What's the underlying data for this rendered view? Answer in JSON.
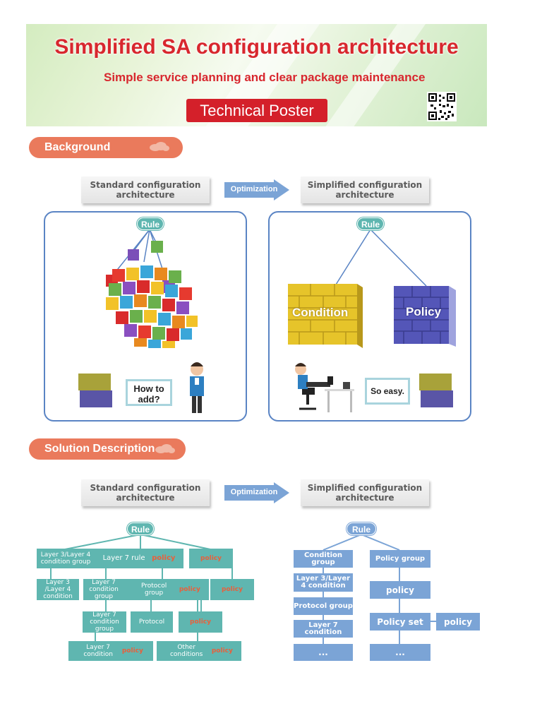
{
  "banner": {
    "title": "Simplified SA configuration architecture",
    "subtitle": "Simple service planning and clear package maintenance",
    "badge": "Technical Poster"
  },
  "sections": {
    "background": "Background",
    "solution": "Solution Description"
  },
  "headers": {
    "standard": "Standard configuration architecture",
    "simplified": "Simplified configuration architecture",
    "optimization": "Optimization"
  },
  "background_panels": {
    "left": {
      "rule": "Rule",
      "speech": "How to add?"
    },
    "right": {
      "rule": "Rule",
      "condition": "Condition",
      "policy": "Policy",
      "speech": "So easy."
    }
  },
  "solution_left": {
    "rule": "Rule",
    "l34_group": "Layer 3/Layer 4 condition group",
    "l7_rule": "Layer 7 rule",
    "policy": "policy",
    "l34_cond": "Layer 3 /Layer 4 condition",
    "l7_group": "Layer 7 condition group",
    "proto_group": "Protocol group",
    "protocol": "Protocol",
    "l7_cond": "Layer 7 condition",
    "other": "Other conditions"
  },
  "solution_right": {
    "rule": "Rule",
    "cond_group": "Condition group",
    "l34_cond": "Layer 3/Layer 4 condition",
    "proto_group": "Protocol group",
    "l7_cond": "Layer 7 condition",
    "ellipsis": "...",
    "policy_group": "Policy group",
    "policy": "policy",
    "policy_set": "Policy set"
  },
  "colors": {
    "accent_red": "#d8272e",
    "pill_orange": "#ea7a5c",
    "teal": "#5fb6b0",
    "blue": "#7ba4d6",
    "panel_border": "#5a84c4"
  }
}
